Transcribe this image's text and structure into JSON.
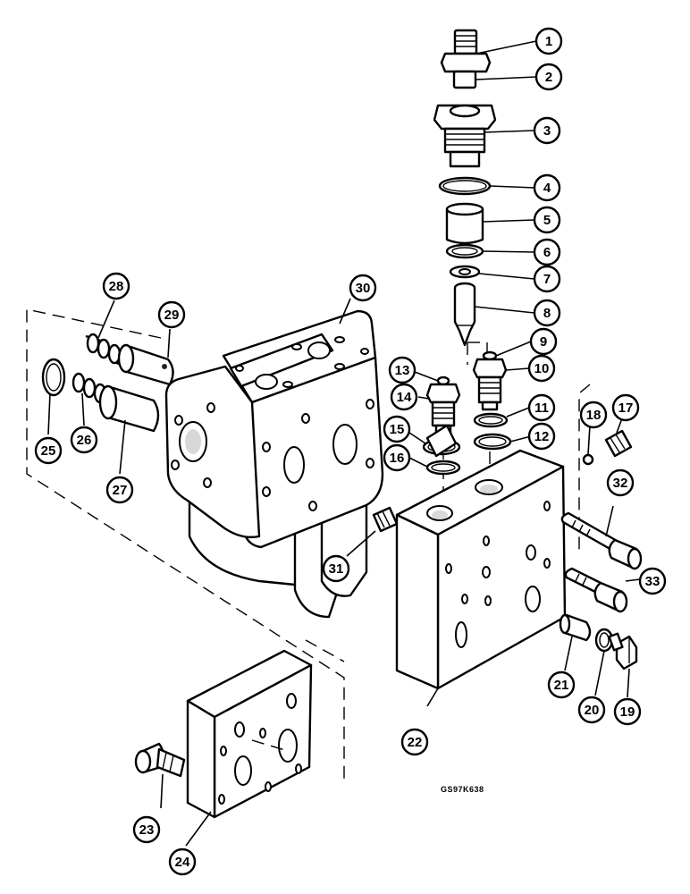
{
  "figure_code": "GS97K638",
  "callouts": [
    "1",
    "2",
    "3",
    "4",
    "5",
    "6",
    "7",
    "8",
    "9",
    "10",
    "11",
    "12",
    "13",
    "14",
    "15",
    "16",
    "17",
    "18",
    "19",
    "20",
    "21",
    "22",
    "23",
    "24",
    "25",
    "26",
    "27",
    "28",
    "29",
    "30",
    "31",
    "32",
    "33"
  ]
}
